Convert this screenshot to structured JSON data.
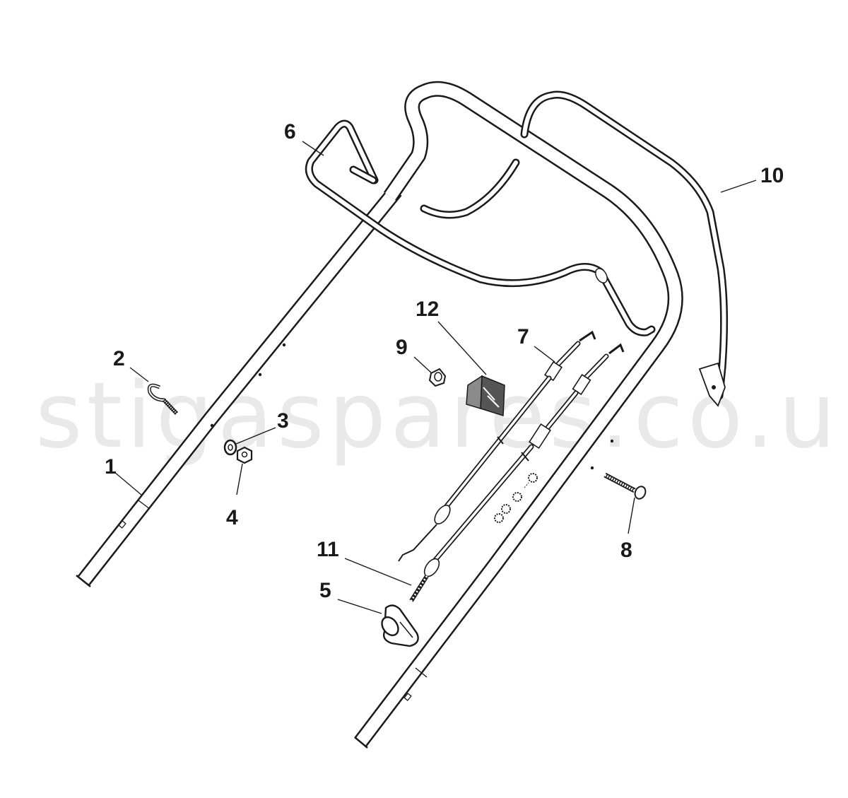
{
  "watermark": "stigaspares.co.uk",
  "callouts": {
    "c1": "1",
    "c2": "2",
    "c3": "3",
    "c4": "4",
    "c5": "5",
    "c6": "6",
    "c7": "7",
    "c8": "8",
    "c9": "9",
    "c10": "10",
    "c11": "11",
    "c12": "12"
  },
  "colors": {
    "line": "#1a1a1a",
    "background": "#ffffff",
    "watermark": "#e9e9e9",
    "part_fill": "#555555"
  }
}
